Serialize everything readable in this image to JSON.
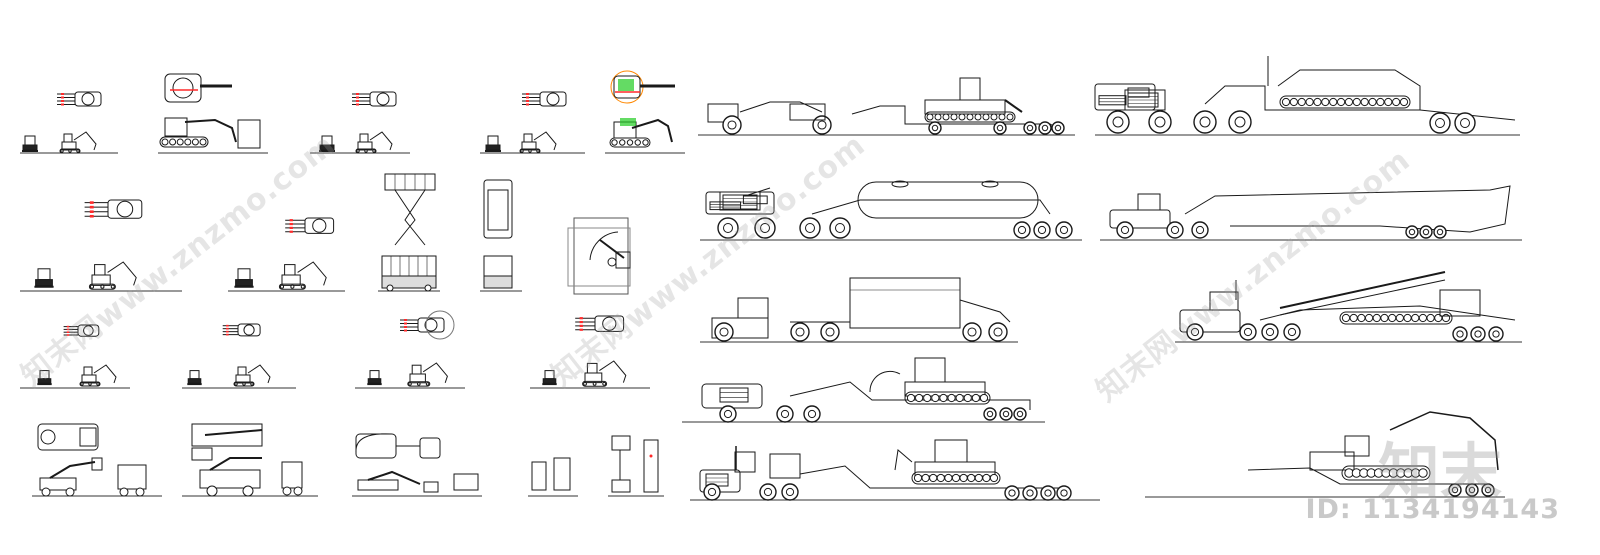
{
  "watermark": {
    "text": "知末网www.znzmo.com",
    "logo_text": "知末",
    "id_label": "ID: 1134194143"
  },
  "drawing": {
    "line_color": "#1a1a1a",
    "accent_colors": [
      "#ff2a2a",
      "#22cc22",
      "#ff8800"
    ]
  }
}
